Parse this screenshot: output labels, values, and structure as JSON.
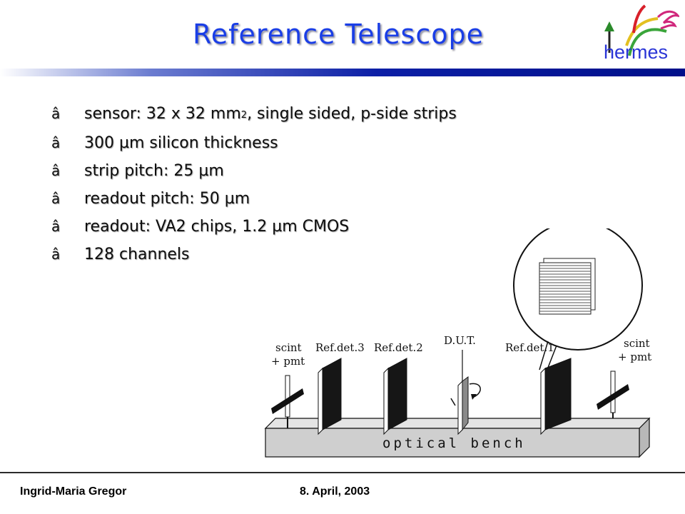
{
  "slide": {
    "title": "Reference Telescope",
    "logo_text": "hermes"
  },
  "bullets": [
    {
      "marker": "â",
      "text_before": "sensor: 32 x 32 mm",
      "sub": "2",
      "text_after": ", single sided, p-side strips"
    },
    {
      "marker": "â",
      "text": "300 µm silicon thickness"
    },
    {
      "marker": "â",
      "text": "strip pitch: 25 µm"
    },
    {
      "marker": "â",
      "text": "readout pitch: 50 µm"
    },
    {
      "marker": "â",
      "text": "readout: VA2 chips, 1.2 µm CMOS"
    },
    {
      "marker": "â",
      "text": "128 channels"
    }
  ],
  "diagram": {
    "labels": {
      "scint_left_1": "scint",
      "scint_left_2": "+ pmt",
      "refdet3": "Ref.det.3",
      "refdet2": "Ref.det.2",
      "dut": "D.U.T.",
      "refdet1": "Ref.det.1",
      "scint_right_1": "scint",
      "scint_right_2": "+ pmt",
      "bench": "optical bench"
    }
  },
  "footer": {
    "author": "Ingrid-Maria Gregor",
    "date": "8. April, 2003"
  },
  "colors": {
    "title": "#1a3ee6",
    "bar": "#00108a",
    "logo_text": "#2a35d6"
  }
}
